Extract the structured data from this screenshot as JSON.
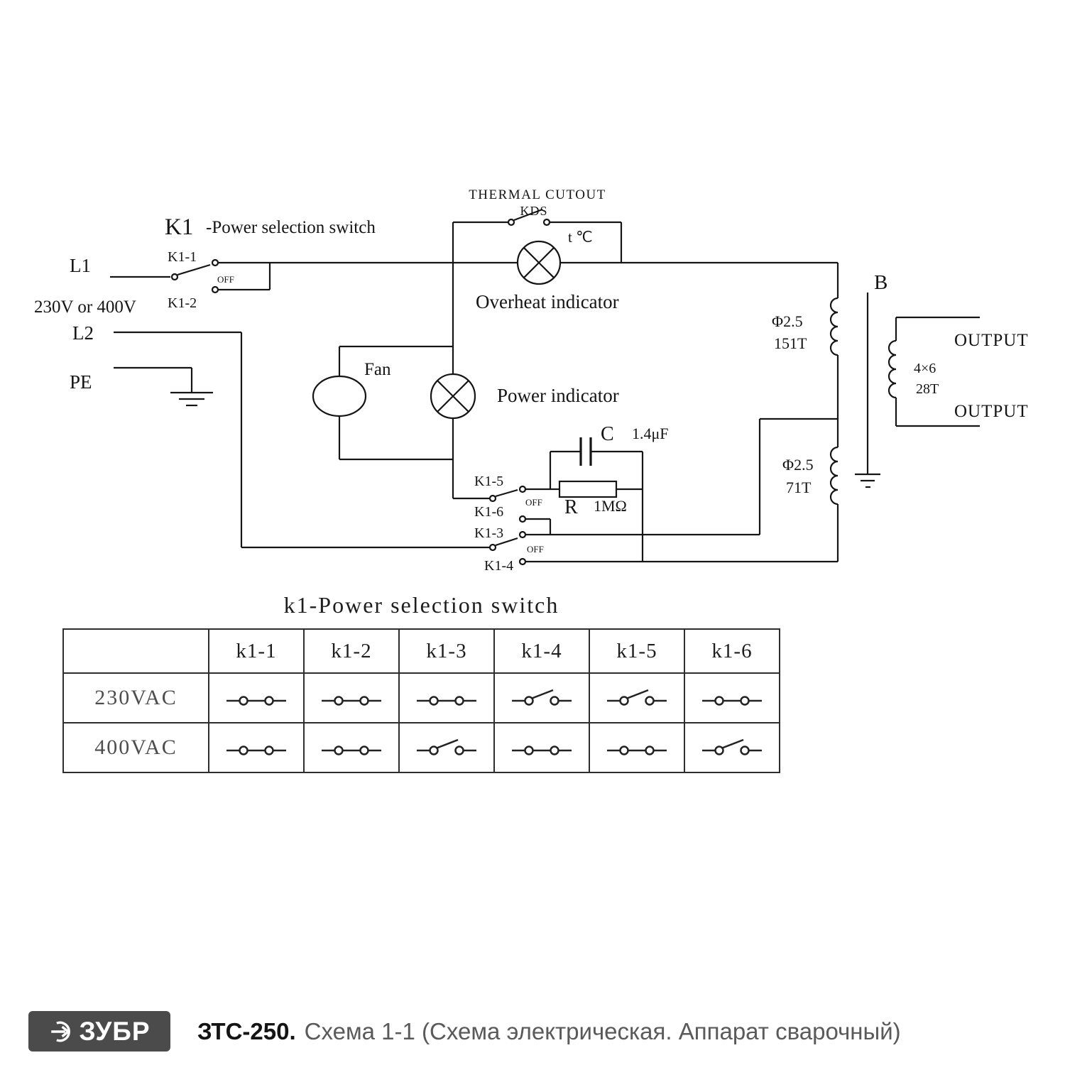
{
  "schematic": {
    "thermal_cutout": "THERMAL CUTOUT",
    "kds": "KDS",
    "k1": "K1",
    "k1_desc": "-Power selection switch",
    "t_celsius": "t ℃",
    "l1": "L1",
    "l2": "L2",
    "pe": "PE",
    "voltage": "230V or 400V",
    "k1_1": "K1-1",
    "k1_2": "K1-2",
    "k1_3": "K1-3",
    "k1_4": "K1-4",
    "k1_5": "K1-5",
    "k1_6": "K1-6",
    "off": "OFF",
    "fan": "Fan",
    "overheat_indicator": "Overheat indicator",
    "power_indicator": "Power indicator",
    "cap_label": "C",
    "cap_value": "1.4μF",
    "res_label": "R",
    "res_value": "1MΩ",
    "primary_wire": "Φ2.5",
    "primary_turns": "151T",
    "aux_wire": "Φ2.5",
    "aux_turns": "71T",
    "transformer": "B",
    "secondary_wire": "4×6",
    "secondary_turns": "28T",
    "output_top": "OUTPUT",
    "output_bottom": "OUTPUT"
  },
  "table": {
    "title": "k1-Power selection switch",
    "columns": [
      "k1-1",
      "k1-2",
      "k1-3",
      "k1-4",
      "k1-5",
      "k1-6"
    ],
    "rows": [
      {
        "label": "230VAC",
        "states": [
          "closed",
          "closed",
          "closed",
          "open",
          "open",
          "closed"
        ]
      },
      {
        "label": "400VAC",
        "states": [
          "closed",
          "closed",
          "open",
          "closed",
          "closed",
          "open"
        ]
      }
    ]
  },
  "footer": {
    "brand": "ЗУБР",
    "model": "ЗТС-250.",
    "description": "Схема 1-1 (Схема электрическая. Аппарат сварочный)"
  }
}
